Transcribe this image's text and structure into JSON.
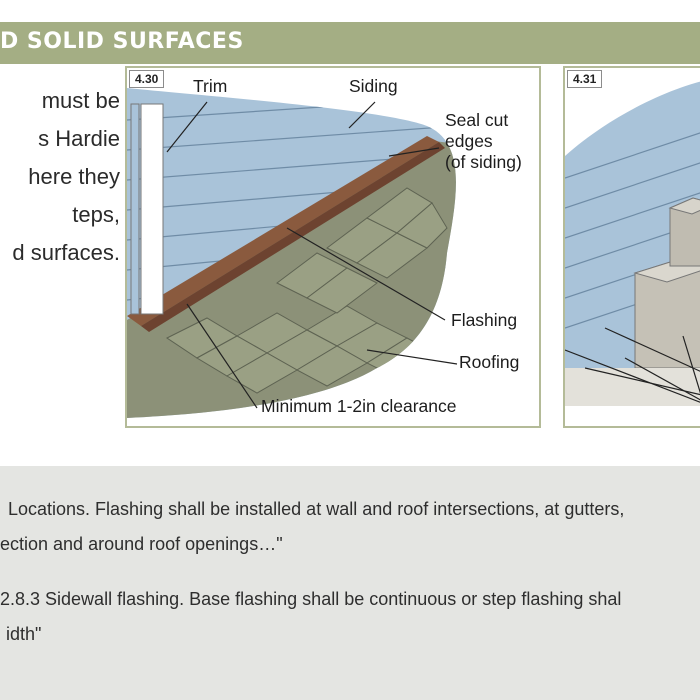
{
  "header": {
    "title": "D SOLID SURFACES"
  },
  "body_text": {
    "lines": [
      "must be",
      "s Hardie",
      "here they",
      "teps,",
      "d surfaces."
    ]
  },
  "figure_1": {
    "number": "4.30",
    "labels": {
      "trim": "Trim",
      "siding": "Siding",
      "seal_line1": "Seal cut",
      "seal_line2": "edges",
      "seal_line3": "(of siding)",
      "flashing": "Flashing",
      "roofing": "Roofing",
      "clearance": "Minimum 1-2in clearance"
    }
  },
  "figure_2": {
    "number": "4.31"
  },
  "quotes": {
    "q1_line1": "Locations. Flashing shall be installed at wall and roof intersections, at gutters,",
    "q1_line2": "ection and around roof openings…\"",
    "q2_line1": "2.8.3 Sidewall flashing. Base flashing shall be continuous or step flashing shal",
    "q2_line2": "idth\""
  }
}
